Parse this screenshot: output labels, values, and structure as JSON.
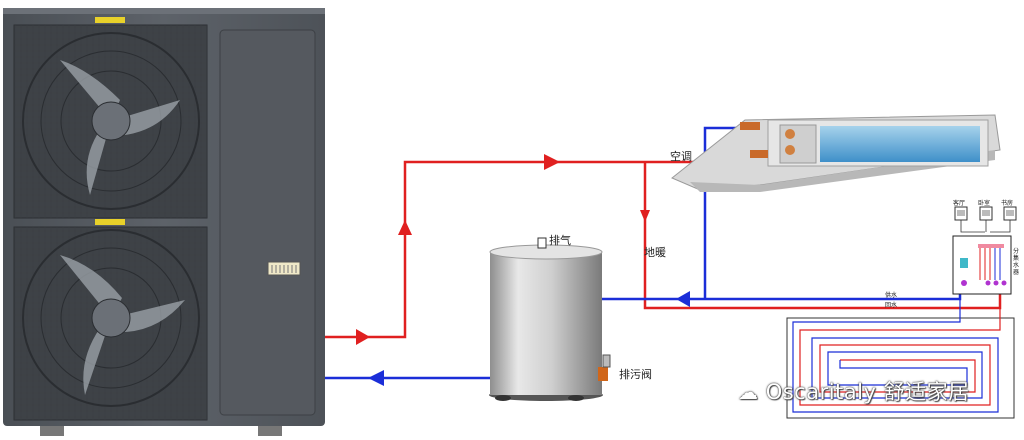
{
  "labels": {
    "ac": "空调",
    "floor_heating": "地暖",
    "vent": "排气",
    "drain_valve": "排污阀",
    "supply": "供水",
    "return": "回水",
    "manifold_vertical": "分集水器"
  },
  "thermostats": [
    "客厅",
    "卧室",
    "书房"
  ],
  "watermark": "Oscaritaly 舒适家居",
  "colors": {
    "supply_pipe": "#e02020",
    "return_pipe": "#1b2ed8",
    "unit_body": "#5a5f66",
    "tank": "#c8c8c8"
  }
}
